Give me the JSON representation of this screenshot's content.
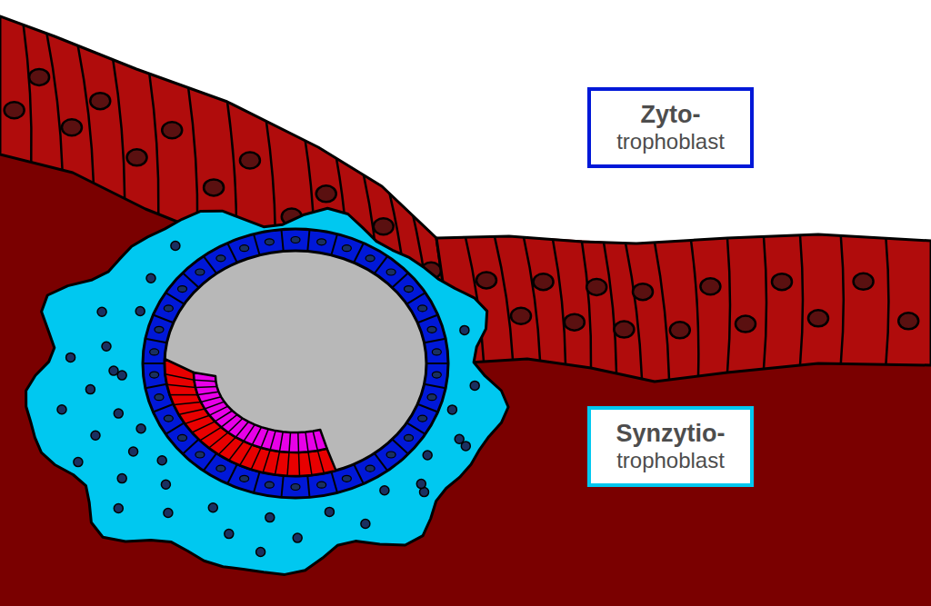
{
  "diagram": {
    "nodes": [
      {
        "text": [
          "Zyto-",
          "trophoblast"
        ]
      },
      {
        "text": [
          "Synzytio-",
          "trophoblast"
        ]
      }
    ]
  }
}
